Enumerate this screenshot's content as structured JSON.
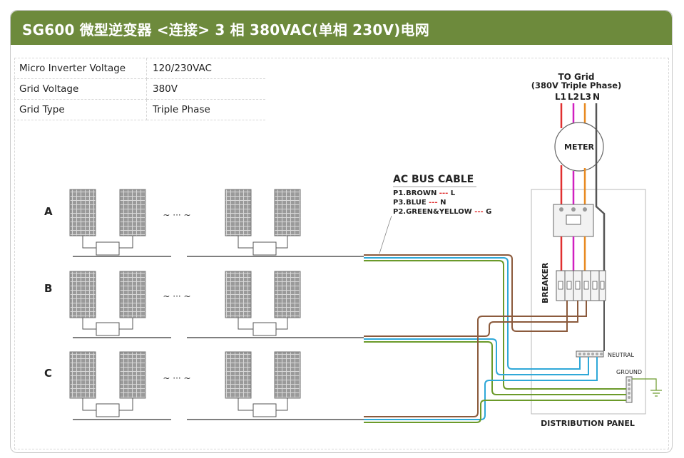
{
  "title": "SG600 微型逆变器 <连接> 3 相 380VAC(单相 230V)电网",
  "spec_table": [
    {
      "key": "Micro Inverter Voltage",
      "value": "120/230VAC"
    },
    {
      "key": "Grid  Voltage",
      "value": "380V"
    },
    {
      "key": "Grid Type",
      "value": "Triple Phase"
    }
  ],
  "grid": {
    "title": "TO Grid",
    "subtitle": "(380V Triple Phase)",
    "lines": [
      "L1",
      "L2",
      "L3",
      "N"
    ]
  },
  "meter_label": "METER",
  "breaker_label": "BREAKER",
  "neutral_label": "NEUTRAL",
  "ground_label": "GROUND",
  "panel_label": "DISTRIBUTION PANEL",
  "ac_bus": {
    "title": "AC BUS CABLE",
    "legend": [
      {
        "code": "P1.BROWN",
        "sep": "---",
        "name": "L"
      },
      {
        "code": "P3.BLUE",
        "sep": "---",
        "name": "N"
      },
      {
        "code": "P2.GREEN&YELLOW",
        "sep": "---",
        "name": "G"
      }
    ]
  },
  "rows": [
    "A",
    "B",
    "C"
  ],
  "ellipsis": "~ ··· ~",
  "colors": {
    "title_bar": "#6d8a3c",
    "brown": "#8b5a3c",
    "blue": "#2fa8d8",
    "green": "#6b9a2a",
    "red": "#e03030",
    "magenta": "#d020c0",
    "orange": "#e88a20",
    "neutral_dark": "#555555",
    "panel": "#b8b8b8"
  }
}
